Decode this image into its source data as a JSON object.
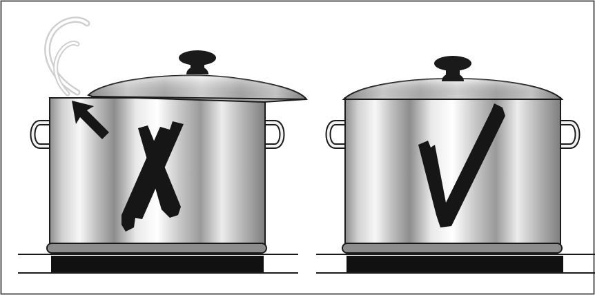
{
  "diagram": {
    "panels": [
      {
        "id": "incorrect",
        "lid_fit": "lid-tilted-off",
        "steam": true,
        "mark": "cross",
        "arrow": true
      },
      {
        "id": "correct",
        "lid_fit": "lid-seated",
        "steam": false,
        "mark": "check",
        "arrow": false
      }
    ],
    "colors": {
      "outline": "#1a1a1a",
      "mark": "#161616",
      "hob_plate": "#111111",
      "pot_base_band": "#8c8c8c",
      "steam": "#d4d4d4",
      "frame": "#555555"
    }
  }
}
